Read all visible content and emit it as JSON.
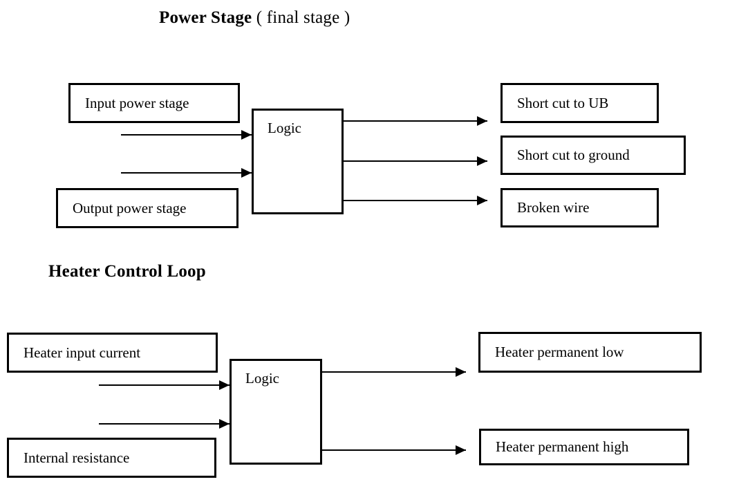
{
  "colors": {
    "line": "#000000",
    "background": "#ffffff"
  },
  "power_stage": {
    "title_bold": "Power Stage",
    "title_suffix": " ( final stage )",
    "inputs": [
      "Input power stage",
      "Output power stage"
    ],
    "logic_label": "Logic",
    "outputs": [
      "Short cut to UB",
      "Short cut to ground",
      "Broken wire"
    ]
  },
  "heater_loop": {
    "title": "Heater Control Loop",
    "inputs": [
      "Heater input current",
      "Internal resistance"
    ],
    "logic_label": "Logic",
    "outputs": [
      "Heater permanent low",
      "Heater permanent high"
    ]
  }
}
